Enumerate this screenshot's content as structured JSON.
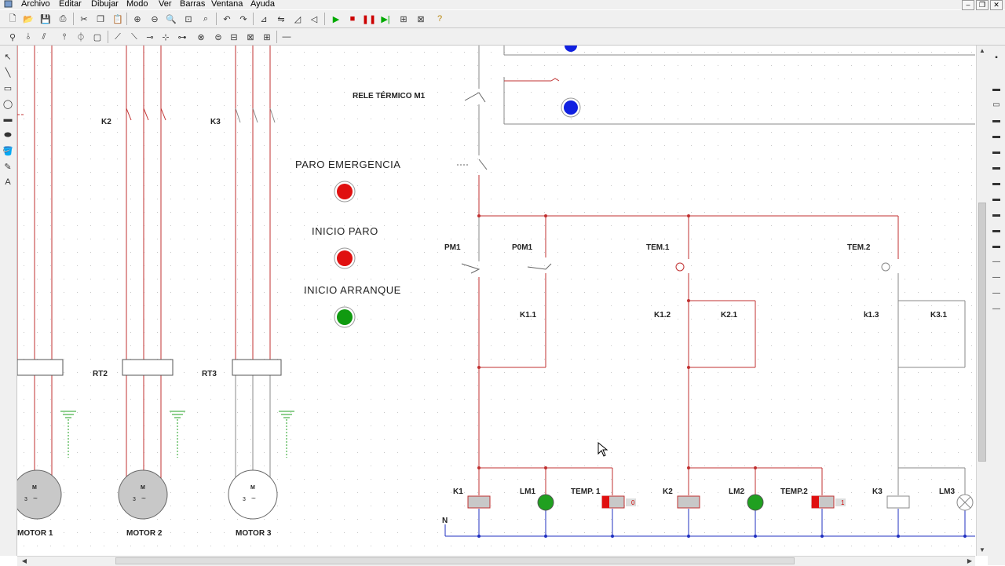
{
  "menu": [
    "Archivo",
    "Editar",
    "Dibujar",
    "Modo",
    "Ver",
    "Barras",
    "Ventana",
    "Ayuda"
  ],
  "window_buttons": [
    "–",
    "❐",
    "✕"
  ],
  "toolbar_icons": [
    "new-icon",
    "open-icon",
    "save-icon",
    "print-icon",
    "cut-icon",
    "copy-icon",
    "paste-icon",
    "zoom-in-icon",
    "zoom-out-icon",
    "zoom-fit-icon",
    "zoom-area-icon",
    "zoom-select-icon",
    "undo-icon",
    "redo-icon",
    "align-icon",
    "flip-icon",
    "rotate-left-icon",
    "rotate-right-icon",
    "play-icon",
    "stop-icon",
    "pause-icon",
    "step-icon",
    "component-icon",
    "simulate-icon",
    "help-icon"
  ],
  "canvas": {
    "relay_label": "RELE TÉRMICO M1",
    "buttons": [
      {
        "label": "PARO EMERGENCIA",
        "color": "#e01010"
      },
      {
        "label": "INICIO PARO",
        "color": "#e01010"
      },
      {
        "label": "INICIO ARRANQUE",
        "color": "#109a10"
      }
    ],
    "indicator_color": "#1020e0",
    "power": {
      "contactor_labels": [
        "K2",
        "K3"
      ],
      "thermal_labels": [
        "RT2",
        "RT3"
      ],
      "motors": [
        {
          "label": "MOTOR 1",
          "m": "M",
          "n": "3",
          "wave": "~"
        },
        {
          "label": "MOTOR 2",
          "m": "M",
          "n": "3",
          "wave": "~"
        },
        {
          "label": "MOTOR 3",
          "m": "M",
          "n": "3",
          "wave": "~"
        }
      ]
    },
    "control": {
      "contact_labels": [
        "PM1",
        "P0M1",
        "TEM.1",
        "TEM.2",
        "K1.1",
        "K1.2",
        "K2.1",
        "k1.3",
        "K3.1"
      ],
      "coils": [
        "K1",
        "K2",
        "K3"
      ],
      "lamps": [
        "LM1",
        "LM2",
        "LM3"
      ],
      "timers": [
        {
          "label": "TEMP. 1",
          "value": "0"
        },
        {
          "label": "TEMP.2",
          "value": "1"
        }
      ],
      "neutral": "N"
    }
  }
}
